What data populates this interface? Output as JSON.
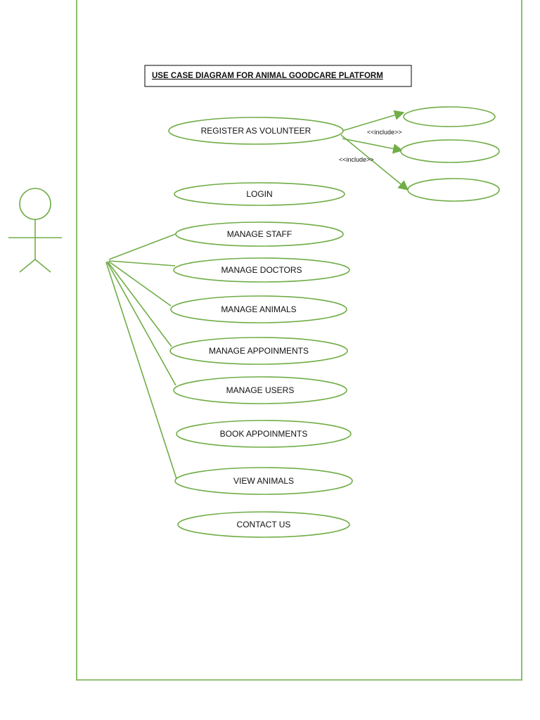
{
  "diagram": {
    "title": "USE CASE DIAGRAM FOR ANIMAL GOODCARE PLATFORM",
    "use_cases": [
      "REGISTER AS VOLUNTEER",
      "LOGIN",
      "MANAGE STAFF",
      "MANAGE DOCTORS",
      "MANAGE ANIMALS",
      "MANAGE APPOINMENTS",
      "MANAGE USERS",
      "BOOK APPOINMENTS",
      "VIEW ANIMALS",
      "CONTACT US"
    ],
    "include_labels": [
      "<<include>>",
      "<<include>>"
    ],
    "colors": {
      "line": "#70ad47",
      "text": "#111111",
      "title_border": "#000000"
    }
  }
}
